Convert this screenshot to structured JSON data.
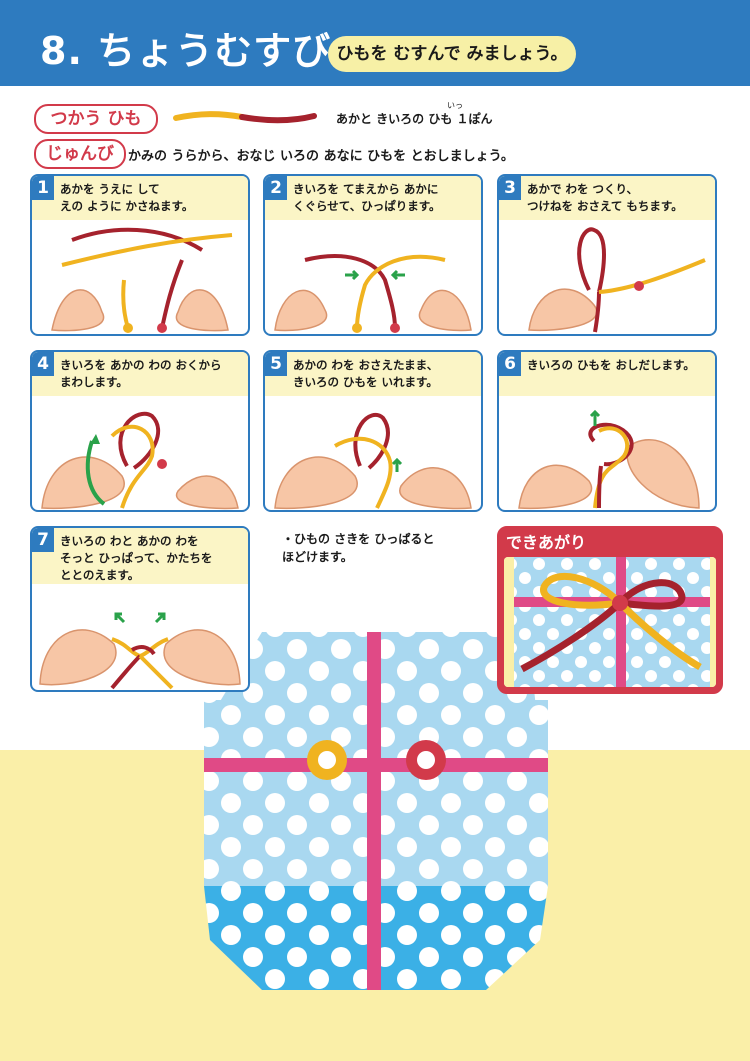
{
  "header": {
    "title": "8. ちょうむすび",
    "subtitle": "ひもを むすんで みましょう。"
  },
  "materials": {
    "tag": "つかう ひも",
    "text": "あかと きいろの ひも １ぽん",
    "ruby": "いっ"
  },
  "procedure": {
    "tag": "じゅんび",
    "text": "かみの うらから、おなじ いろの あなに ひもを とおしましょう。"
  },
  "steps": [
    {
      "num": "1",
      "text": "あかを うえに して\nえの ように かさねます。"
    },
    {
      "num": "2",
      "text": "きいろを てまえから あかに\nくぐらせて、ひっぱります。"
    },
    {
      "num": "3",
      "text": "あかで わを つくり、\nつけねを おさえて もちます。"
    },
    {
      "num": "4",
      "text": "きいろを あかの わの おくから\nまわします。"
    },
    {
      "num": "5",
      "text": "あかの わを おさえたまま、\nきいろの ひもを いれます。"
    },
    {
      "num": "6",
      "text": "きいろの ひもを おしだします。"
    },
    {
      "num": "7",
      "text": "きいろの わと あかの わを\nそっと ひっぱって、かたちを\nととのえます。"
    }
  ],
  "hint": "・ひもの さきを ひっぱると\n ほどけます。",
  "finished": {
    "label": "できあがり"
  },
  "colors": {
    "header_blue": "#2e7bbf",
    "accent_red": "#d23a4a",
    "rope_yellow": "#f0b320",
    "rope_red": "#a5222d",
    "caption_yellow": "#fbf5c6",
    "pill_yellow": "#f7f0a6",
    "floor_yellow": "#faefa8",
    "box_light_blue": "#a9d8f0",
    "box_blue": "#3bb0e6",
    "ribbon_pink": "#e04a86",
    "arrow_green": "#2aa24a",
    "hand_skin": "#f7c6a6"
  }
}
